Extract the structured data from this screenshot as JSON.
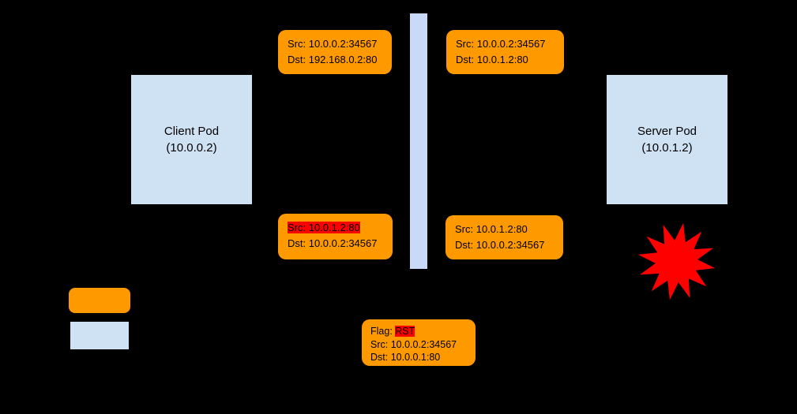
{
  "colors": {
    "background": "#000000",
    "packet_orange": "#ff9900",
    "pod_blue": "#cfe2f3",
    "bar_blue": "#c9daf8",
    "highlight_red": "#ff0000",
    "burst_red": "#ff0000",
    "text": "#000000"
  },
  "nodes": {
    "client": {
      "title": "Client Pod",
      "subtitle": "(10.0.0.2)"
    },
    "server": {
      "title": "Server Pod",
      "subtitle": "(10.0.1.2)"
    }
  },
  "packets": {
    "top_left": {
      "line1": "Src: 10.0.0.2:34567",
      "line2": "Dst: 192.168.0.2:80"
    },
    "top_right": {
      "line1": "Src: 10.0.0.2:34567",
      "line2": "Dst: 10.0.1.2:80"
    },
    "bottom_left": {
      "line1_highlighted": "Src: 10.0.1.2:80",
      "line2": "Dst: 10.0.0.2:34567"
    },
    "bottom_right": {
      "line1": "Src: 10.0.1.2:80",
      "line2": "Dst: 10.0.0.2:34567"
    },
    "rst": {
      "line1_prefix": "Flag: ",
      "line1_highlighted": "RST",
      "line2": "Src: 10.0.0.2:34567",
      "line3": "Dst: 10.0.0.1:80"
    }
  },
  "legend": {
    "orange_swatch_color": "#ff9900",
    "blue_swatch_color": "#cfe2f3"
  },
  "icons": {
    "burst": "explosion-burst-icon"
  }
}
